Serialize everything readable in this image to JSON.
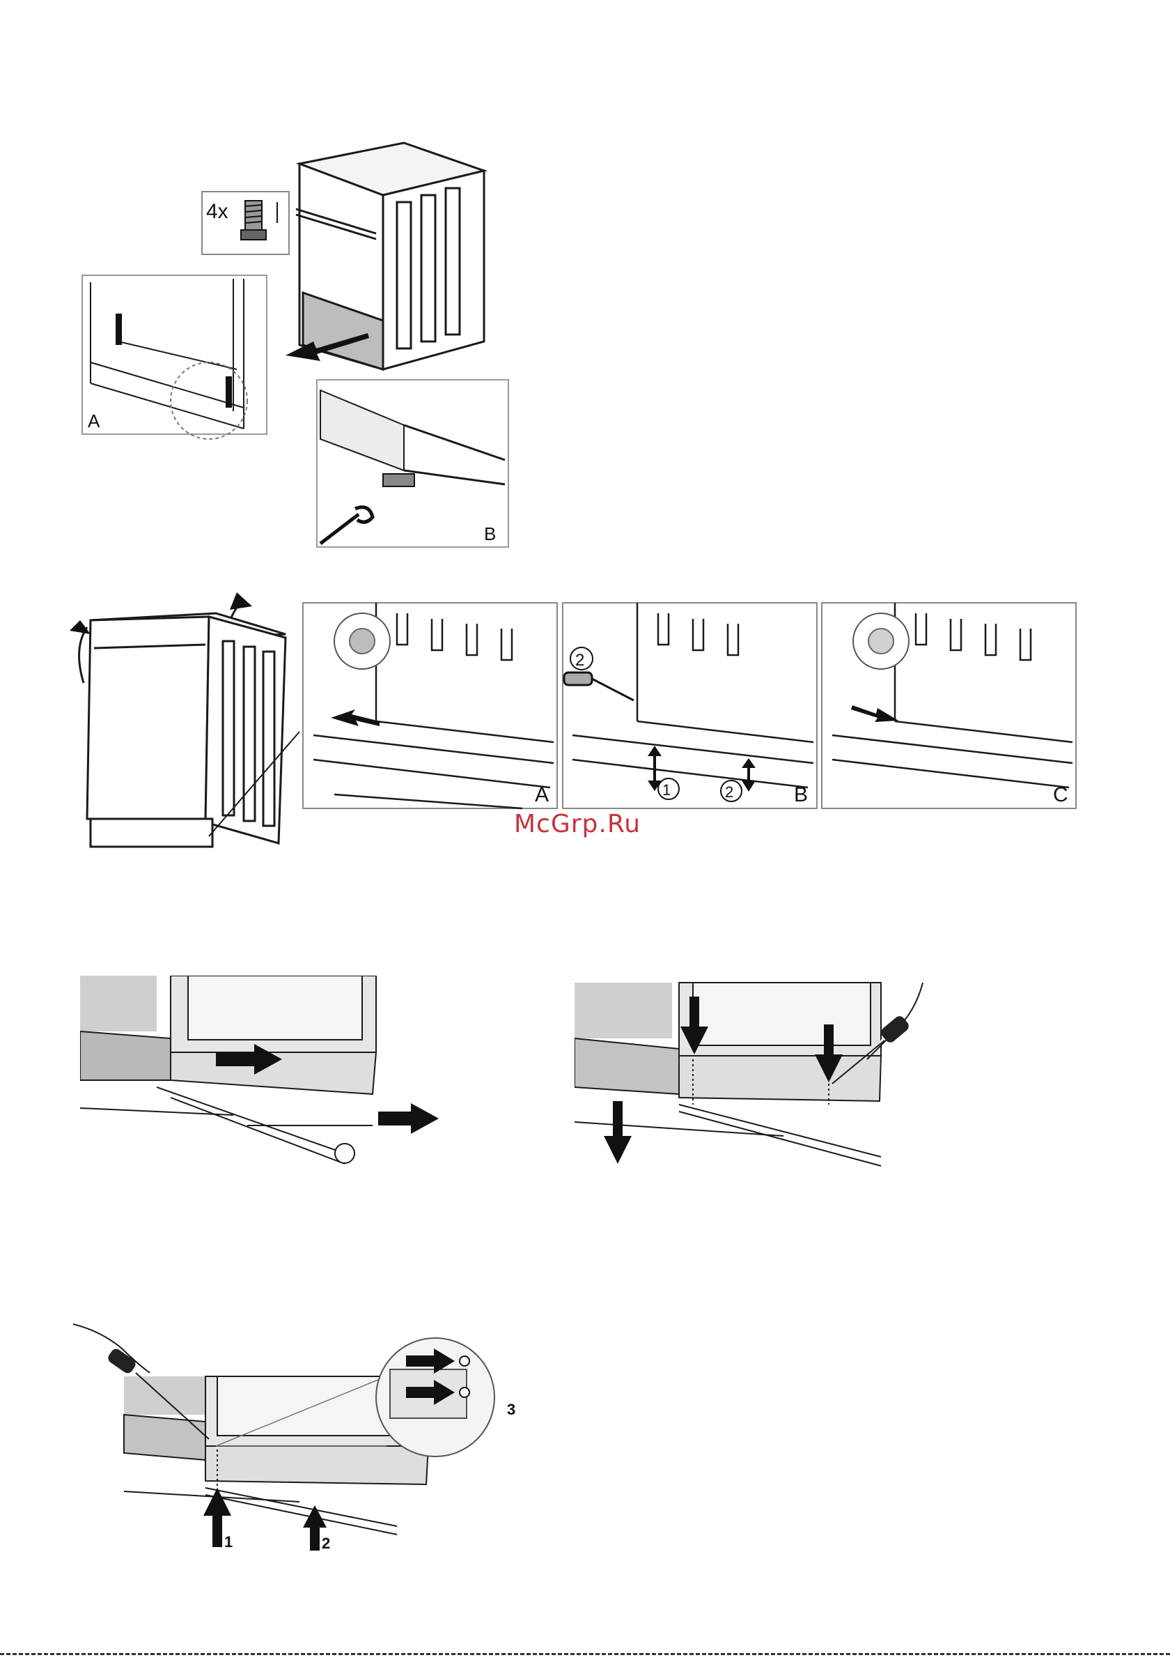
{
  "figure1": {
    "foot_count_label": "4x",
    "inset_a_label": "A",
    "inset_b_label": "B"
  },
  "figure2": {
    "panel_a_label": "A",
    "panel_b_label": "B",
    "panel_c_label": "C",
    "step_markers": [
      "2",
      "1",
      "2"
    ]
  },
  "figure5": {
    "arrow_labels": [
      "1",
      "2",
      "3"
    ]
  },
  "watermark": "McGrp.Ru",
  "colors": {
    "line": "#1a1a1a",
    "panel_fill": "#dcdcdc",
    "wall_fill": "#c9c9c9",
    "watermark": "#c8323a"
  }
}
